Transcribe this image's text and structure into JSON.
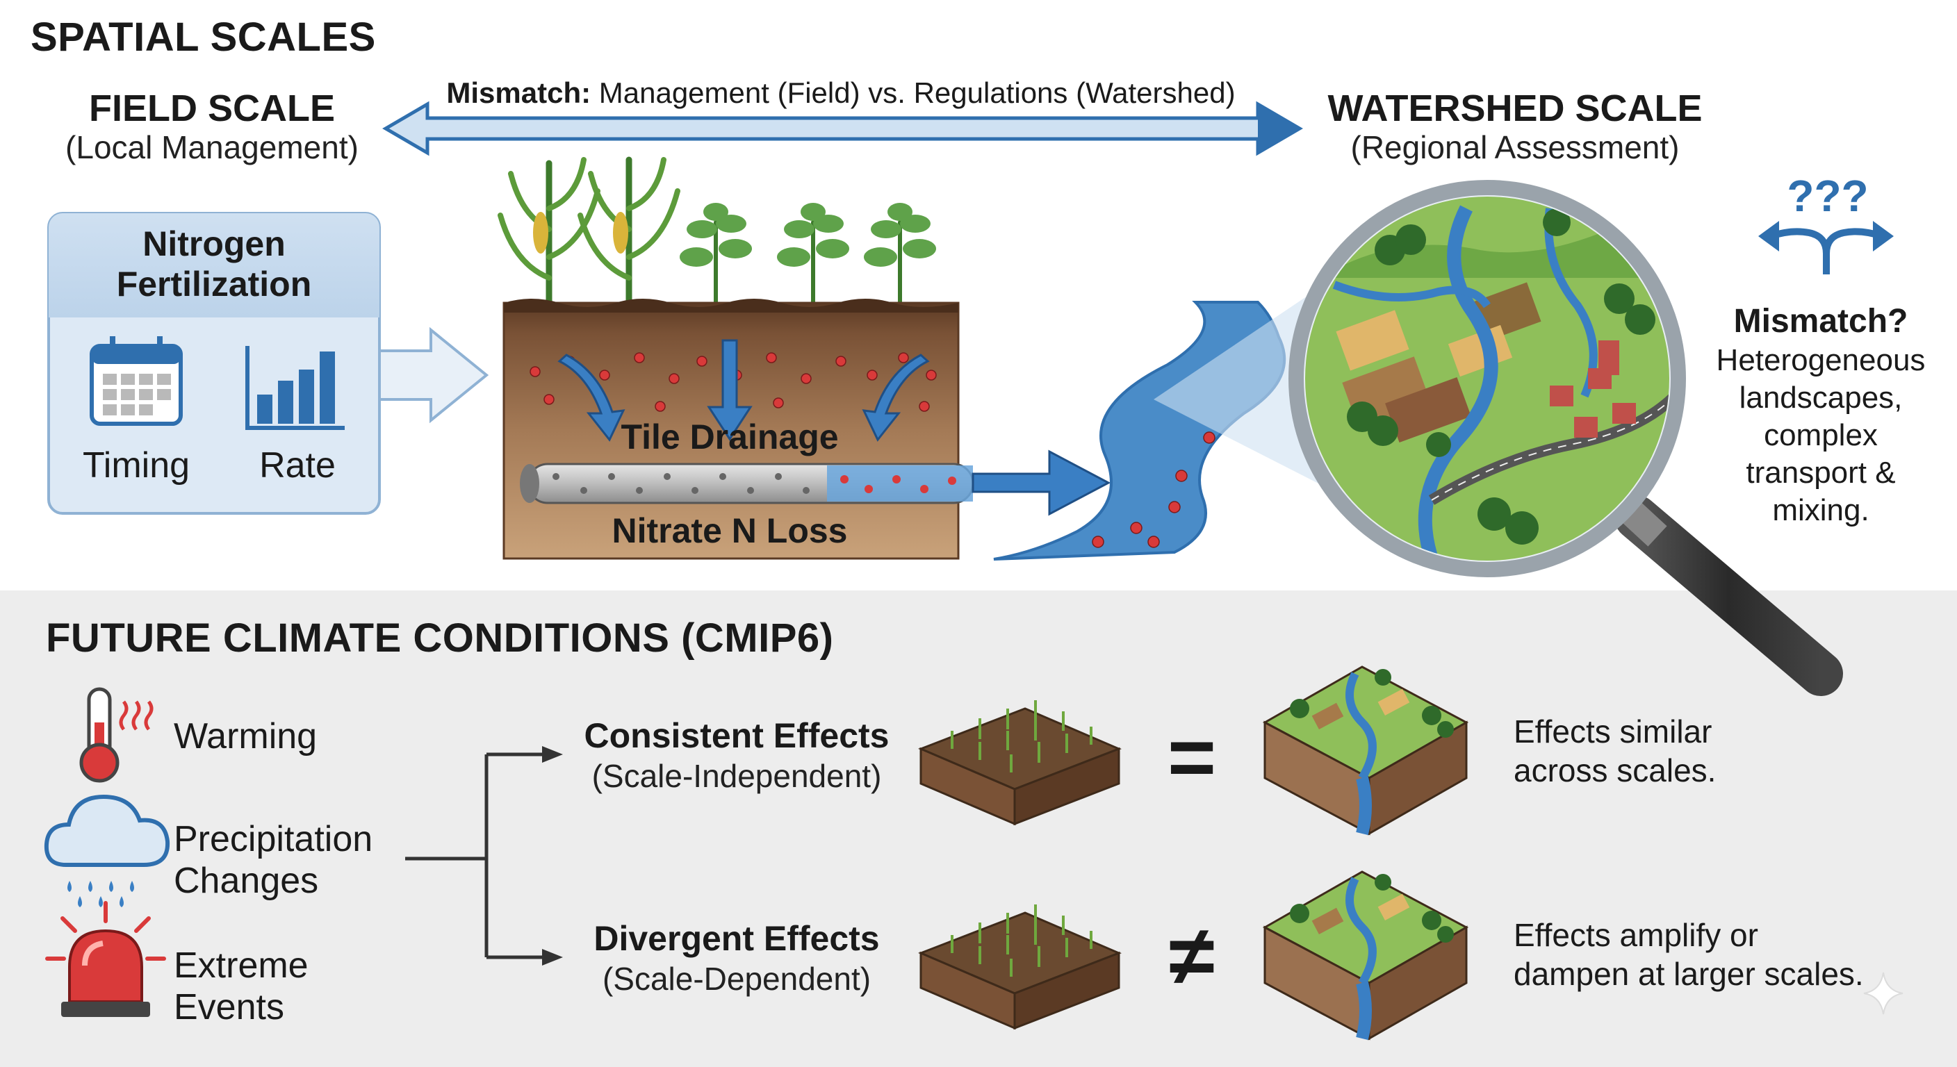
{
  "header": {
    "title": "SPATIAL SCALES"
  },
  "field": {
    "title": "FIELD SCALE",
    "subtitle": "(Local Management)"
  },
  "watershed": {
    "title": "WATERSHED SCALE",
    "subtitle": "(Regional Assessment)"
  },
  "mismatch_arrow": {
    "bold": "Mismatch:",
    "text": "Management (Field) vs. Regulations (Watershed)"
  },
  "fertilization_box": {
    "title_line1": "Nitrogen",
    "title_line2": "Fertilization",
    "items": [
      {
        "label": "Timing",
        "icon": "calendar-icon"
      },
      {
        "label": "Rate",
        "icon": "bar-chart-icon"
      }
    ]
  },
  "soil": {
    "tile_drainage": "Tile Drainage",
    "nitrate_loss": "Nitrate N Loss"
  },
  "mismatch_note": {
    "marks": "???",
    "title": "Mismatch?",
    "lines": [
      "Heterogeneous",
      "landscapes,",
      "complex",
      "transport &",
      "mixing."
    ]
  },
  "climate": {
    "title": "FUTURE CLIMATE CONDITIONS (CMIP6)",
    "drivers": [
      {
        "lines": [
          "Warming"
        ],
        "icon": "thermometer-icon"
      },
      {
        "lines": [
          "Precipitation",
          "Changes"
        ],
        "icon": "rain-cloud-icon"
      },
      {
        "lines": [
          "Extreme",
          "Events"
        ],
        "icon": "alarm-light-icon"
      }
    ]
  },
  "outcomes": [
    {
      "title": "Consistent Effects",
      "subtitle": "(Scale-Independent)",
      "symbol": "=",
      "desc_lines": [
        "Effects similar",
        "across scales."
      ]
    },
    {
      "title": "Divergent Effects",
      "subtitle": "(Scale-Dependent)",
      "symbol": "≠",
      "desc_lines": [
        "Effects amplify or",
        "dampen at larger scales."
      ]
    }
  ],
  "colors": {
    "arrow_blue": "#2f6fae",
    "water": "#4a8cc8",
    "soil": "#9b7150",
    "nitrate_dot": "#d93a3a",
    "box_fill": "#dbe8f4",
    "box_border": "#8fb2d4"
  }
}
